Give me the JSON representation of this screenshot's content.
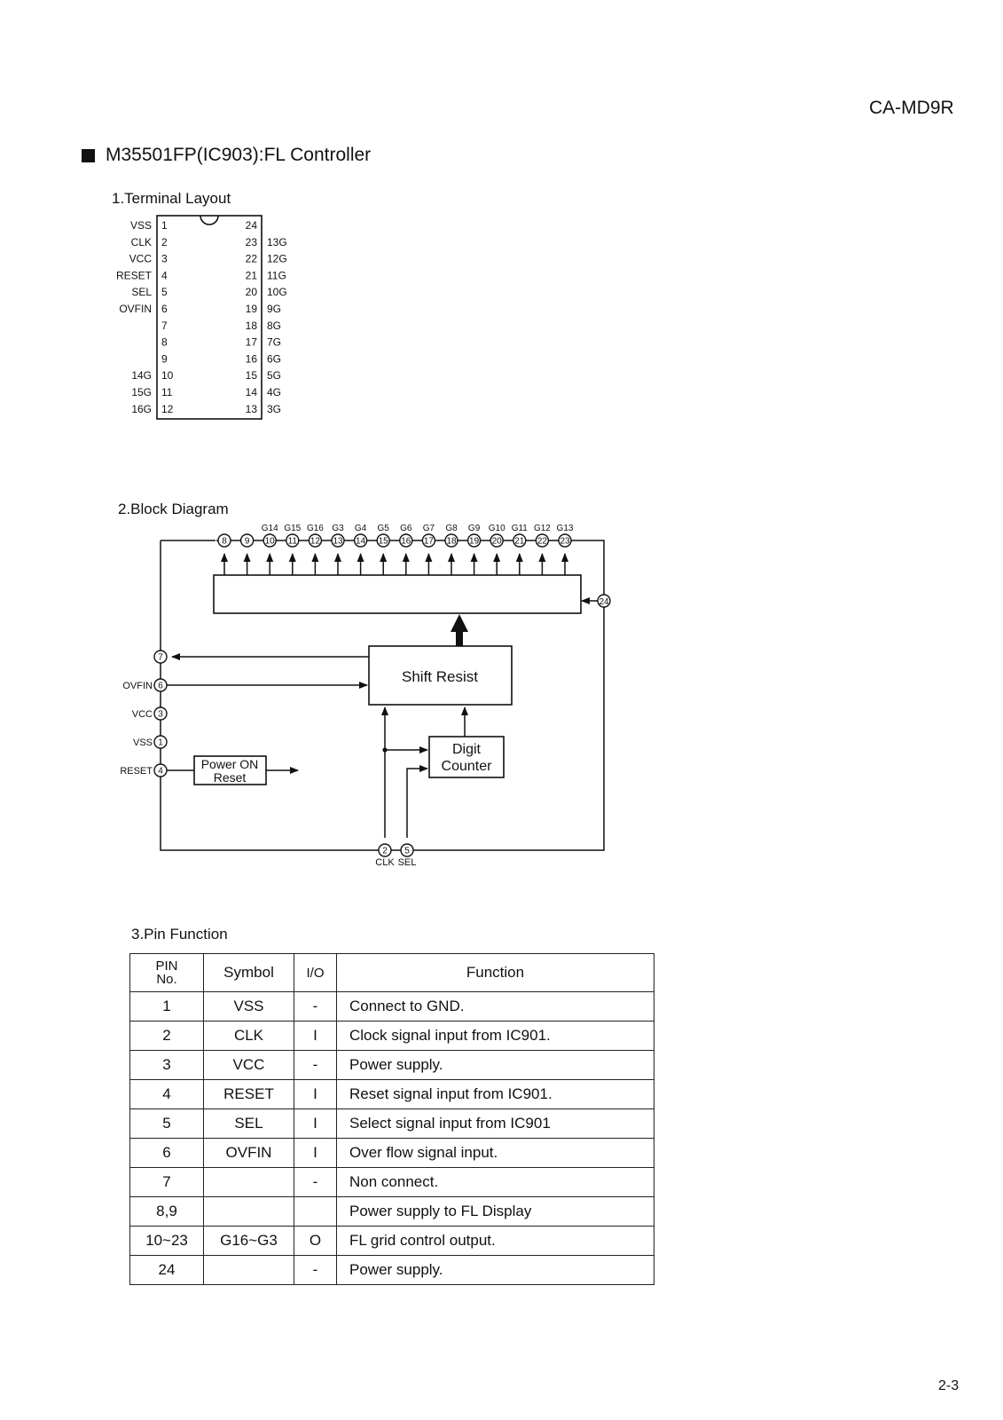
{
  "model": "CA-MD9R",
  "section_title": "M35501FP(IC903):FL Controller",
  "page_number": "2-3",
  "terminal_layout": {
    "heading": "1.Terminal Layout",
    "left_pins": [
      {
        "num": "1",
        "label": "VSS"
      },
      {
        "num": "2",
        "label": "CLK"
      },
      {
        "num": "3",
        "label": "VCC"
      },
      {
        "num": "4",
        "label": "RESET"
      },
      {
        "num": "5",
        "label": "SEL"
      },
      {
        "num": "6",
        "label": "OVFIN"
      },
      {
        "num": "7",
        "label": ""
      },
      {
        "num": "8",
        "label": ""
      },
      {
        "num": "9",
        "label": ""
      },
      {
        "num": "10",
        "label": "14G"
      },
      {
        "num": "11",
        "label": "15G"
      },
      {
        "num": "12",
        "label": "16G"
      }
    ],
    "right_pins": [
      {
        "num": "24",
        "label": ""
      },
      {
        "num": "23",
        "label": "13G"
      },
      {
        "num": "22",
        "label": "12G"
      },
      {
        "num": "21",
        "label": "11G"
      },
      {
        "num": "20",
        "label": "10G"
      },
      {
        "num": "19",
        "label": "9G"
      },
      {
        "num": "18",
        "label": "8G"
      },
      {
        "num": "17",
        "label": "7G"
      },
      {
        "num": "16",
        "label": "6G"
      },
      {
        "num": "15",
        "label": "5G"
      },
      {
        "num": "14",
        "label": "4G"
      },
      {
        "num": "13",
        "label": "3G"
      }
    ]
  },
  "block_diagram": {
    "heading": "2.Block Diagram",
    "top_labels": [
      "G14",
      "G15",
      "G16",
      "G3",
      "G4",
      "G5",
      "G6",
      "G7",
      "G8",
      "G9",
      "G10",
      "G11",
      "G12",
      "G13"
    ],
    "top_pins": [
      "8",
      "9",
      "10",
      "11",
      "12",
      "13",
      "14",
      "15",
      "16",
      "17",
      "18",
      "19",
      "20",
      "21",
      "22",
      "23"
    ],
    "left_pins": [
      {
        "num": "7",
        "label": ""
      },
      {
        "num": "6",
        "label": "OVFIN"
      },
      {
        "num": "3",
        "label": "VCC"
      },
      {
        "num": "1",
        "label": "VSS"
      },
      {
        "num": "4",
        "label": "RESET"
      }
    ],
    "right_pin": "24",
    "bottom_pins": [
      {
        "num": "2",
        "label": "CLK"
      },
      {
        "num": "5",
        "label": "SEL"
      }
    ],
    "shift_register": "Shift Resist",
    "digit_counter": [
      "Digit",
      "Counter"
    ],
    "power_on_reset": [
      "Power ON",
      "Reset"
    ]
  },
  "pin_function": {
    "heading": "3.Pin Function",
    "headers": {
      "pin": [
        "PIN",
        "No."
      ],
      "symbol": "Symbol",
      "io": "I/O",
      "function": "Function"
    },
    "rows": [
      {
        "pin": "1",
        "symbol": "VSS",
        "io": "-",
        "function": "Connect to GND."
      },
      {
        "pin": "2",
        "symbol": "CLK",
        "io": "I",
        "function": "Clock signal input from IC901."
      },
      {
        "pin": "3",
        "symbol": "VCC",
        "io": "-",
        "function": "Power supply."
      },
      {
        "pin": "4",
        "symbol": "RESET",
        "io": "I",
        "function": "Reset signal input from IC901."
      },
      {
        "pin": "5",
        "symbol": "SEL",
        "io": "I",
        "function": "Select signal input from IC901"
      },
      {
        "pin": "6",
        "symbol": "OVFIN",
        "io": "I",
        "function": "Over flow signal input."
      },
      {
        "pin": "7",
        "symbol": "",
        "io": "-",
        "function": "Non connect."
      },
      {
        "pin": "8,9",
        "symbol": "",
        "io": "",
        "function": "Power supply to FL Display"
      },
      {
        "pin": "10~23",
        "symbol": "G16~G3",
        "io": "O",
        "function": "FL grid control output."
      },
      {
        "pin": "24",
        "symbol": "",
        "io": "-",
        "function": "Power supply."
      }
    ]
  }
}
